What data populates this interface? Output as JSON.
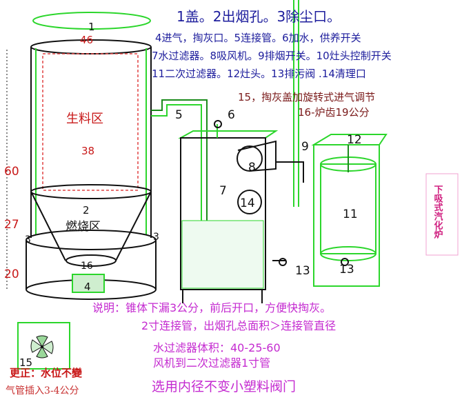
{
  "title": "1盖。2出烟孔。3除尘口。",
  "legend": [
    "4进气，掏灰口。5连接管。6加水，供养开关",
    "7水过滤器。8吸风机。9排烟开关。10灶头控制开关",
    "11二次过滤器。12灶头。13排污阀 .14清理口",
    "15，掏灰盖加旋转式进气调节",
    "16-炉齿19公分"
  ],
  "gasifier": {
    "lid": "1",
    "diameter_top": "46",
    "raw_zone": "生料区",
    "inner_diameter": "38",
    "outlet": "2",
    "burn_zone": "燃烧区",
    "dust_left": "3",
    "dust_right": "3",
    "grate": "16",
    "inlet": "4",
    "dim_60": "60",
    "dim_27": "27",
    "dim_20": "20"
  },
  "parts": {
    "pipe": "5",
    "water": "6",
    "filter": "7",
    "fan": "8",
    "exhaust": "9",
    "cleanout": "14",
    "drain1": "13",
    "burner": "12",
    "filter2": "11",
    "drain2": "13"
  },
  "side_label": "下吸式汽化炉",
  "notes": [
    "说明：锥体下漏3公分，前后开口，方便快掏灰。",
    "2寸连接管，出烟孔总面积＞连接管直径",
    "水过滤器体积：40-25-60",
    "风机到二次过滤器1寸管",
    "选用内径不变小塑料阀门"
  ],
  "inset_label": "15",
  "correction": "更正：水位不變",
  "tube_note": "气管插入3-4公分"
}
